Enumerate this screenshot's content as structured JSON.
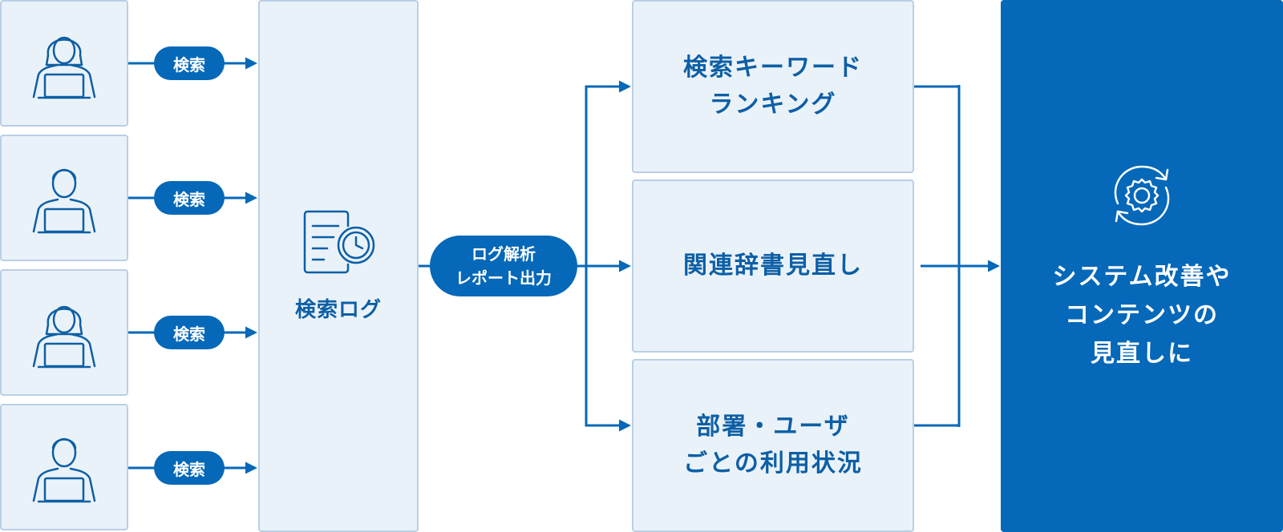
{
  "users": [
    {
      "icon": "woman-laptop-icon"
    },
    {
      "icon": "man-laptop-icon"
    },
    {
      "icon": "woman-laptop-icon"
    },
    {
      "icon": "man-laptop-icon"
    }
  ],
  "search_pills": [
    "検索",
    "検索",
    "検索",
    "検索"
  ],
  "log": {
    "icon": "document-clock-icon",
    "label": "検索ログ"
  },
  "analysis": {
    "line1": "ログ解析",
    "line2": "レポート出力"
  },
  "results": [
    {
      "line1": "検索キーワード",
      "line2": "ランキング"
    },
    {
      "line1": "関連辞書見直し"
    },
    {
      "line1": "部署・ユーザ",
      "line2": "ごとの利用状況"
    }
  ],
  "goal": {
    "icon": "gear-cycle-icon",
    "line1": "システム改善や",
    "line2": "コンテンツの",
    "line3": "見直しに"
  },
  "colors": {
    "accent": "#0568b8",
    "box_fill": "#eaf2f9",
    "box_border": "#b9cfe6",
    "text": "#0d5fa5"
  }
}
